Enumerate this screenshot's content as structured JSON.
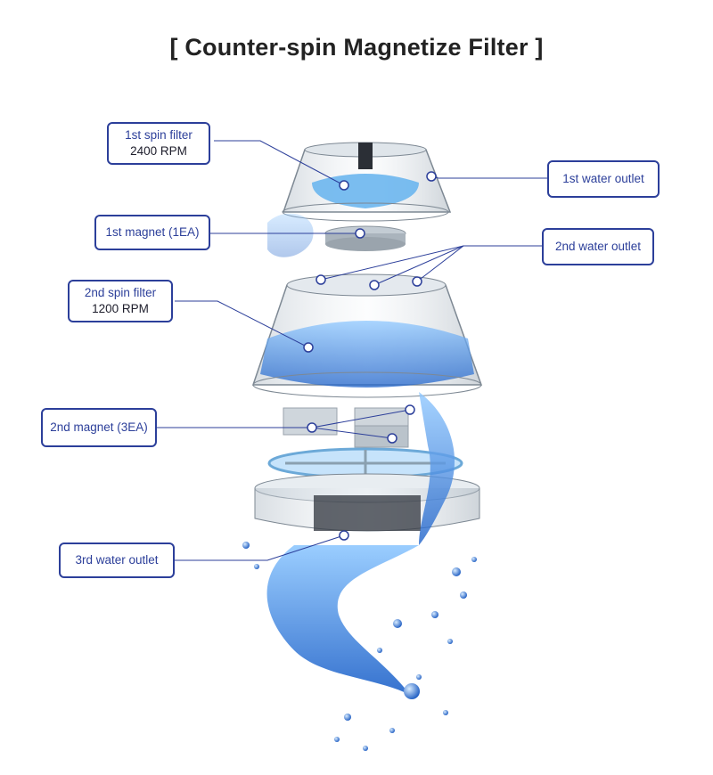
{
  "title": "[ Counter-spin Magnetize Filter ]",
  "colors": {
    "callout_border": "#2c3f9a",
    "water": "#3d8fe0",
    "leader_line": "#2c3f9a"
  },
  "callouts": {
    "spin1": {
      "line1": "1st spin filter",
      "line2": "2400 RPM"
    },
    "magnet1": {
      "label": "1st magnet (1EA)"
    },
    "spin2": {
      "line1": "2nd spin filter",
      "line2": "1200 RPM"
    },
    "magnet2": {
      "label": "2nd magnet (3EA)"
    },
    "outlet3": {
      "label": "3rd water outlet"
    },
    "outlet1": {
      "label": "1st water outlet"
    },
    "outlet2": {
      "label": "2nd water outlet"
    }
  }
}
